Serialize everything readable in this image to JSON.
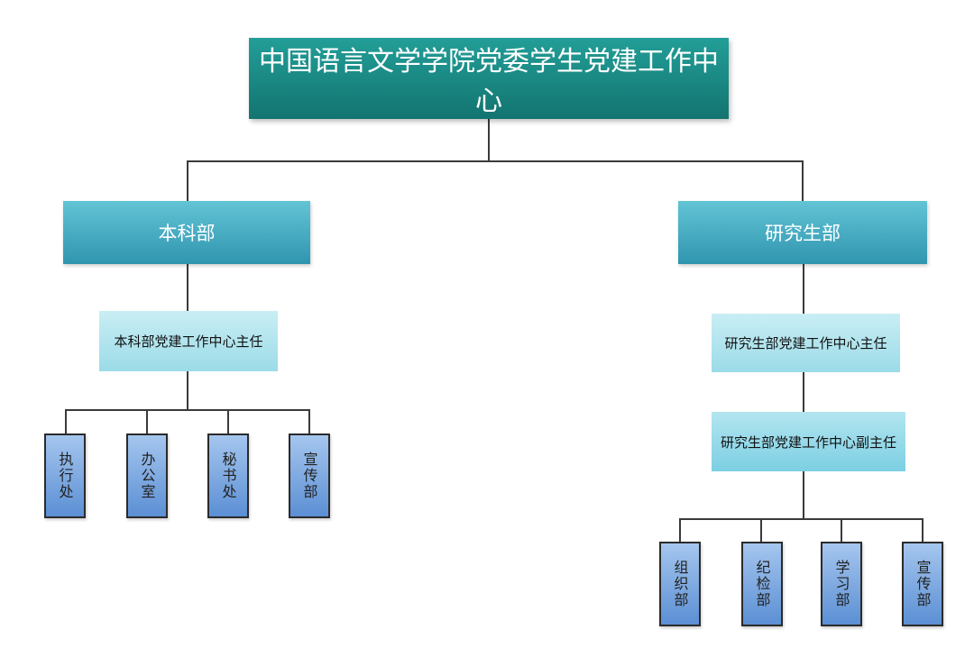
{
  "root": {
    "label": "中国语言文学学院党委学生党建工作中心"
  },
  "undergrad": {
    "label": "本科部",
    "head": "本科部党建工作中心主任",
    "units": [
      "执行处",
      "办公室",
      "秘书处",
      "宣传部"
    ]
  },
  "graduate": {
    "label": "研究生部",
    "head": "研究生部党建工作中心主任",
    "deputy": "研究生部党建工作中心副主任",
    "units": [
      "组织部",
      "纪检部",
      "学习部",
      "宣传部"
    ]
  }
}
